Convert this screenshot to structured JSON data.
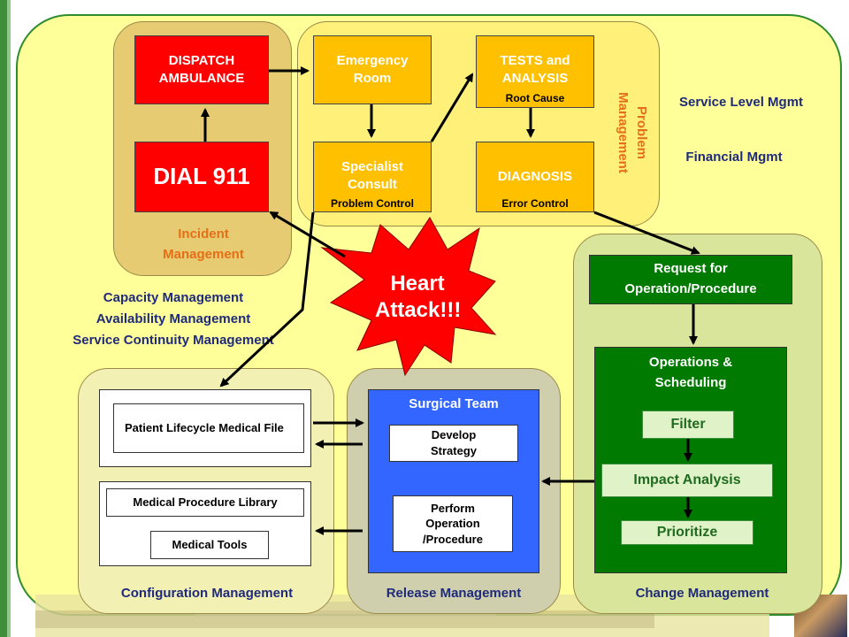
{
  "incident": {
    "dispatch": "DISPATCH AMBULANCE",
    "dial": "DIAL 911",
    "label": "Incident Management"
  },
  "problem": {
    "emergency_room": "Emergency Room",
    "tests": "TESTS and ANALYSIS",
    "root_cause": "Root Cause",
    "specialist": "Specialist Consult",
    "problem_control": "Problem Control",
    "diagnosis": "DIAGNOSIS",
    "error_control": "Error Control",
    "label": "Problem Management"
  },
  "side_labels": {
    "service_level": "Service Level Mgmt",
    "financial": "Financial Mgmt",
    "capacity": "Capacity Management",
    "availability": "Availability Management",
    "continuity": "Service Continuity Management"
  },
  "heart_attack": "Heart Attack!!!",
  "change": {
    "request": "Request for Operation/Procedure",
    "operations": "Operations & Scheduling",
    "filter": "Filter",
    "impact": "Impact Analysis",
    "prioritize": "Prioritize",
    "label": "Change Management"
  },
  "release": {
    "surgical_team": "Surgical Team",
    "develop": "Develop Strategy",
    "perform": "Perform Operation /Procedure",
    "label": "Release Management"
  },
  "config": {
    "lifecycle": "Patient Lifecycle Medical File",
    "library": "Medical Procedure Library",
    "tools": "Medical Tools",
    "label": "Configuration Management"
  },
  "colors": {
    "background": "#ffff99",
    "incident_box": "#ff0000",
    "problem_box": "#ffc000",
    "release_box": "#3366ff",
    "change_box": "#007a00",
    "starburst": "#ff0000"
  }
}
